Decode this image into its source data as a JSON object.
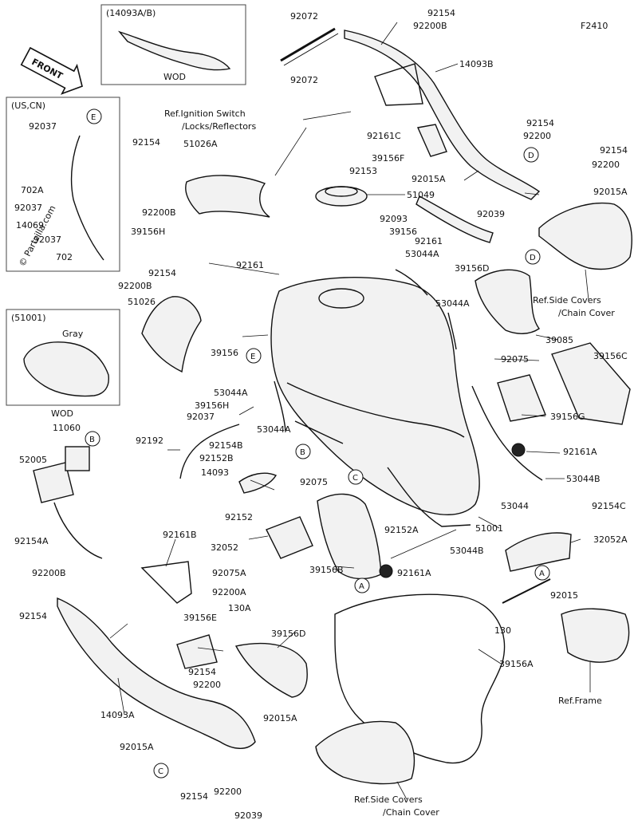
{
  "figure_code": "F2410",
  "front_label": "FRONT",
  "watermark": "© Partzilla.com",
  "insets": {
    "wod_top": {
      "title": "(14093A/B)",
      "caption": "WOD"
    },
    "us_cn": {
      "title": "(US,CN)"
    },
    "tank_51001": {
      "title": "(51001)",
      "color": "Gray",
      "caption": "WOD"
    }
  },
  "refs": {
    "ignition": [
      "Ref.Ignition Switch",
      "/Locks/Reflectors"
    ],
    "side_covers_right": [
      "Ref.Side Covers",
      "/Chain Cover"
    ],
    "side_covers_bottom": [
      "Ref.Side Covers",
      "/Chain Cover"
    ],
    "frame": "Ref.Frame"
  },
  "callouts": {
    "B": "B",
    "C": "C",
    "D": "D",
    "E": "E",
    "A": "A"
  },
  "labels": [
    {
      "id": "l1",
      "text": "92154"
    },
    {
      "id": "l2",
      "text": "92200B"
    },
    {
      "id": "l3",
      "text": "92072"
    },
    {
      "id": "l4",
      "text": "92072"
    },
    {
      "id": "l5",
      "text": "14093B"
    },
    {
      "id": "l6",
      "text": "92161C"
    },
    {
      "id": "l7",
      "text": "92154"
    },
    {
      "id": "l8",
      "text": "92200"
    },
    {
      "id": "l9",
      "text": "92154"
    },
    {
      "id": "l10",
      "text": "92200"
    },
    {
      "id": "l11",
      "text": "39156F"
    },
    {
      "id": "l12",
      "text": "92015A"
    },
    {
      "id": "l13",
      "text": "92015A"
    },
    {
      "id": "l14",
      "text": "92039"
    },
    {
      "id": "l15",
      "text": "92154"
    },
    {
      "id": "l16",
      "text": "51026A"
    },
    {
      "id": "l17",
      "text": "92153"
    },
    {
      "id": "l18",
      "text": "51049"
    },
    {
      "id": "l19",
      "text": "92093"
    },
    {
      "id": "l20",
      "text": "92200B"
    },
    {
      "id": "l21",
      "text": "39156H"
    },
    {
      "id": "l22",
      "text": "39156"
    },
    {
      "id": "l23",
      "text": "92161"
    },
    {
      "id": "l24",
      "text": "53044A"
    },
    {
      "id": "l25",
      "text": "39156D"
    },
    {
      "id": "l26",
      "text": "92161"
    },
    {
      "id": "l27",
      "text": "92154"
    },
    {
      "id": "l28",
      "text": "92200B"
    },
    {
      "id": "l29",
      "text": "51026"
    },
    {
      "id": "l30",
      "text": "53044A"
    },
    {
      "id": "l31",
      "text": "39085"
    },
    {
      "id": "l32",
      "text": "39156C"
    },
    {
      "id": "l33",
      "text": "39156"
    },
    {
      "id": "l34",
      "text": "92075"
    },
    {
      "id": "l35",
      "text": "53044A"
    },
    {
      "id": "l36",
      "text": "39156H"
    },
    {
      "id": "l37",
      "text": "92037"
    },
    {
      "id": "l38",
      "text": "39156G"
    },
    {
      "id": "l39",
      "text": "53044A"
    },
    {
      "id": "l40",
      "text": "92192"
    },
    {
      "id": "l41",
      "text": "92154B"
    },
    {
      "id": "l42",
      "text": "92152B"
    },
    {
      "id": "l43",
      "text": "14093"
    },
    {
      "id": "l44",
      "text": "92075"
    },
    {
      "id": "l45",
      "text": "92161A"
    },
    {
      "id": "l46",
      "text": "53044B"
    },
    {
      "id": "l47",
      "text": "92152"
    },
    {
      "id": "l48",
      "text": "32052"
    },
    {
      "id": "l49",
      "text": "92161B"
    },
    {
      "id": "l50",
      "text": "92075A"
    },
    {
      "id": "l51",
      "text": "92200A"
    },
    {
      "id": "l52",
      "text": "130A"
    },
    {
      "id": "l53",
      "text": "39156B"
    },
    {
      "id": "l54",
      "text": "92152A"
    },
    {
      "id": "l55",
      "text": "51001"
    },
    {
      "id": "l56",
      "text": "53044"
    },
    {
      "id": "l57",
      "text": "92154C"
    },
    {
      "id": "l58",
      "text": "32052A"
    },
    {
      "id": "l59",
      "text": "53044B"
    },
    {
      "id": "l60",
      "text": "92161A"
    },
    {
      "id": "l61",
      "text": "92015"
    },
    {
      "id": "l62",
      "text": "130"
    },
    {
      "id": "l63",
      "text": "39156E"
    },
    {
      "id": "l64",
      "text": "39156D"
    },
    {
      "id": "l65",
      "text": "39156A"
    },
    {
      "id": "l66",
      "text": "92154"
    },
    {
      "id": "l67",
      "text": "92200"
    },
    {
      "id": "l68",
      "text": "14093A"
    },
    {
      "id": "l69",
      "text": "92015A"
    },
    {
      "id": "l70",
      "text": "92015A"
    },
    {
      "id": "l71",
      "text": "92154"
    },
    {
      "id": "l72",
      "text": "92200"
    },
    {
      "id": "l73",
      "text": "92039"
    },
    {
      "id": "l74",
      "text": "92037"
    },
    {
      "id": "l75",
      "text": "702A"
    },
    {
      "id": "l76",
      "text": "92037"
    },
    {
      "id": "l77",
      "text": "14069"
    },
    {
      "id": "l78",
      "text": "92037"
    },
    {
      "id": "l79",
      "text": "702"
    },
    {
      "id": "l80",
      "text": "11060"
    },
    {
      "id": "l81",
      "text": "52005"
    },
    {
      "id": "l82",
      "text": "92154A"
    },
    {
      "id": "l83",
      "text": "92200B"
    },
    {
      "id": "l84",
      "text": "92154"
    }
  ]
}
